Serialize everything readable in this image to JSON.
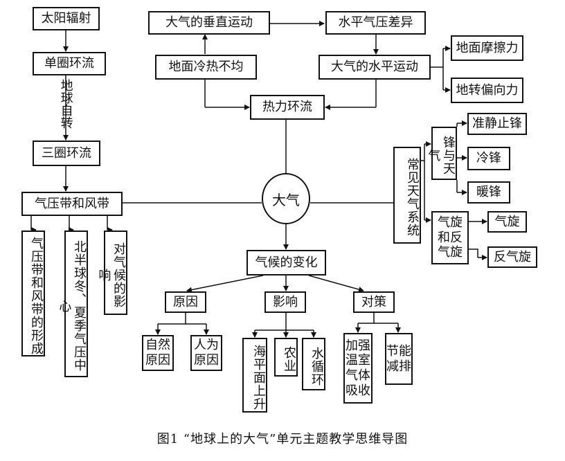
{
  "left": {
    "solar": "太阳辐射",
    "single_cell": "单圈环流",
    "rotation": "地球自转",
    "three_cell": "三圈环流",
    "pressure_belts": "气压带和风带",
    "formation": "气压带和风带的形成",
    "winter_summer": "北半球冬、夏季气压中心",
    "climate_impact": "对气候的影响"
  },
  "top": {
    "vertical_motion": "大气的垂直运动",
    "pressure_diff": "水平气压差异",
    "uneven_heating": "地面冷热不均",
    "horizontal_motion": "大气的水平运动",
    "friction": "地面摩擦力",
    "coriolis": "地转偏向力",
    "thermal_circulation": "热力环流"
  },
  "center": "大气",
  "right": {
    "systems": "常见天气系统",
    "fronts": "锋与天气",
    "quasi_stationary": "准静止锋",
    "cold_front": "冷锋",
    "warm_front": "暖锋",
    "cyclones": "气旋和反气旋",
    "cyclone": "气旋",
    "anticyclone": "反气旋"
  },
  "bottom": {
    "climate_change": "气候的变化",
    "causes": "原因",
    "natural": "自然\n原因",
    "human": "人为\n原因",
    "impacts": "影响",
    "sea_level": "海平面上升",
    "agriculture": "农业",
    "water_cycle": "水循环",
    "measures": "对策",
    "absorb": "加强\n温室\n气体\n吸收",
    "reduce": "节能\n减排"
  },
  "caption": "图1 “地球上的大气”单元主题教学思维导图"
}
